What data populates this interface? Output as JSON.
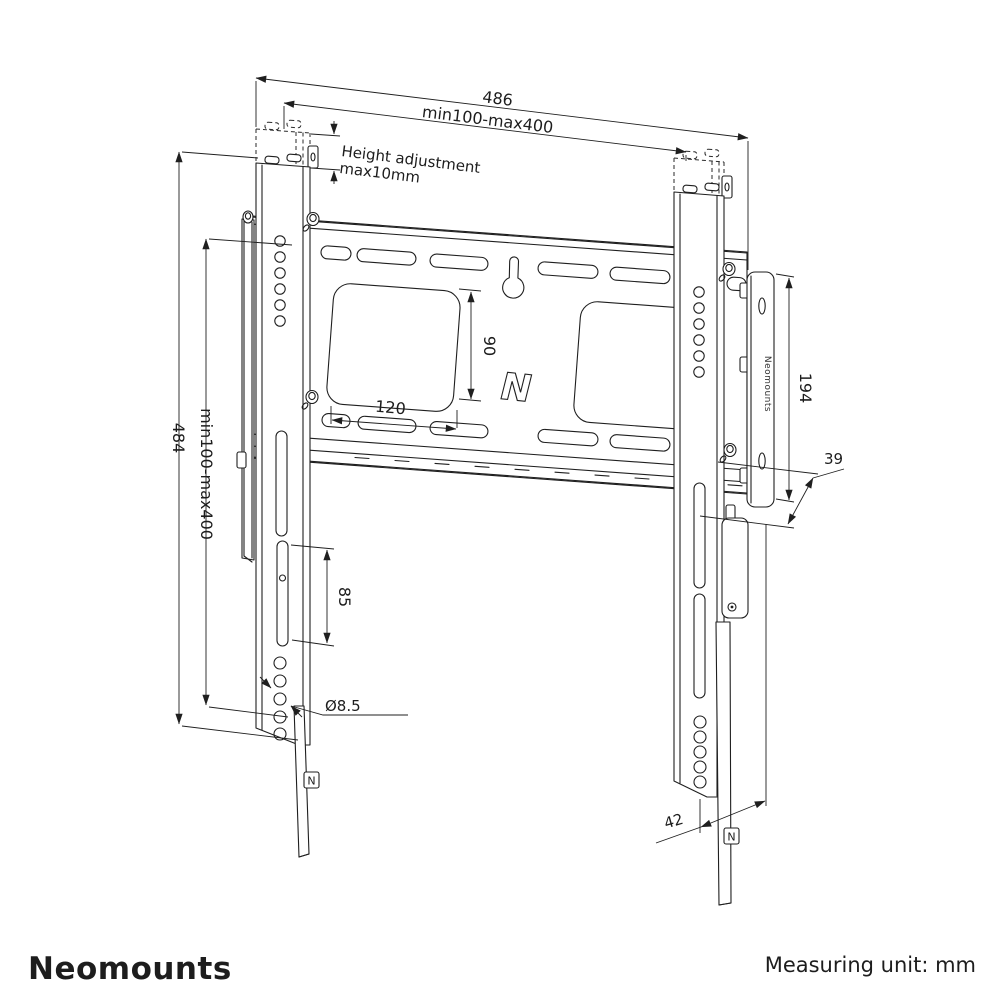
{
  "drawing": {
    "type": "technical-drawing",
    "subject": "Neomounts fixed TV wall mount — dimensioned isometric view",
    "colors": {
      "line": "#1f1f1f",
      "brand_gray": "#9b9b9b",
      "background": "#ffffff"
    }
  },
  "dimensions": {
    "overall_width": "486",
    "vesa_width": "min100-max400",
    "height_adjustment_line1": "Height adjustment",
    "height_adjustment_line2": "max10mm",
    "overall_height": "484",
    "vesa_height": "min100-max400",
    "cutout_height": "90",
    "cutout_width": "120",
    "bracket_plate_height": "194",
    "depth": "39",
    "slot_length": "85",
    "hole_diameter": "Ø8.5",
    "strap_offset": "42"
  },
  "logo": {
    "letter": "N",
    "flange_text": "Neomounts",
    "badge_left": "N",
    "badge_right": "N"
  },
  "footer": {
    "brand": "Neomounts",
    "measuring_unit": "Measuring unit: mm"
  }
}
